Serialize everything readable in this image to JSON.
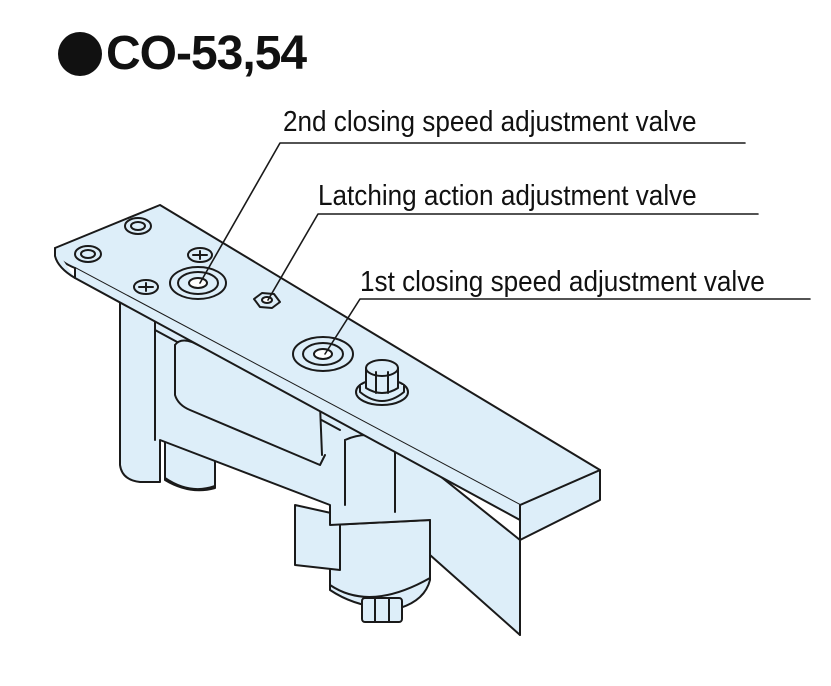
{
  "title": "CO-53,54",
  "callouts": {
    "second_speed": "2nd closing speed adjustment valve",
    "latching": "Latching action adjustment valve",
    "first_speed": "1st closing speed adjustment valve"
  },
  "colors": {
    "body_fill": "#ddeef9",
    "outline": "#1a1a1a",
    "background": "#ffffff"
  }
}
